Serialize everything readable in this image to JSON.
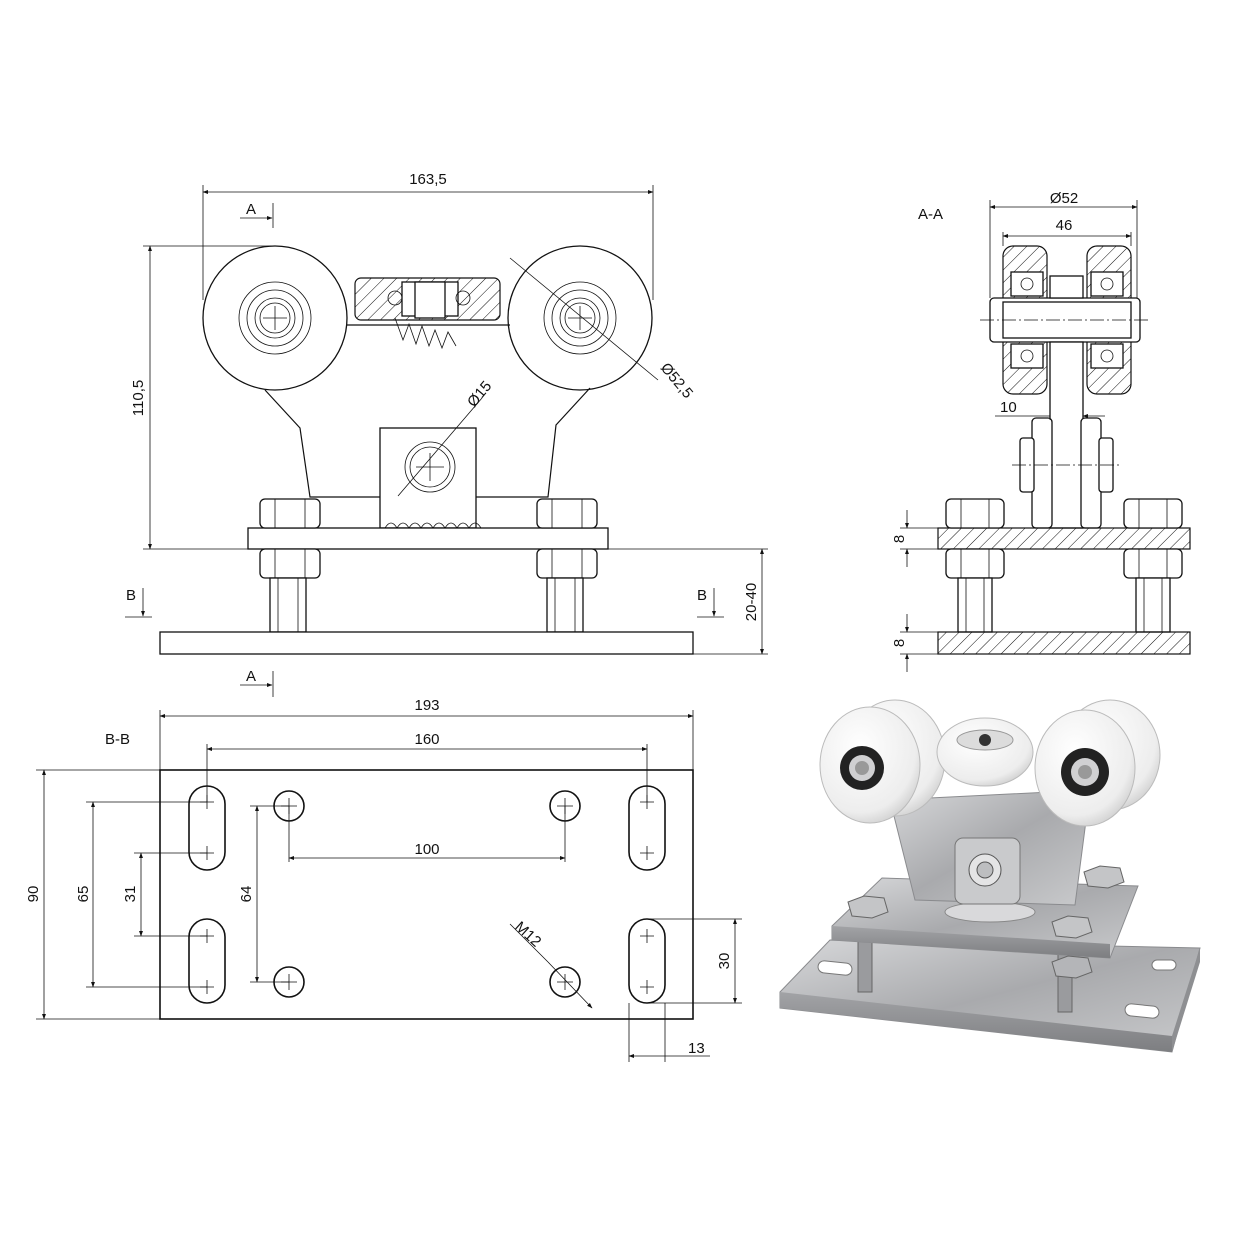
{
  "views": {
    "section_aa": "A-A",
    "section_bb": "B-B",
    "cut_a": "A",
    "cut_b": "B"
  },
  "dims": {
    "overall_width": "163,5",
    "overall_height": "110,5",
    "wheel_dia": "Ø52,5",
    "pin_dia": "Ø15",
    "adjust_range": "20-40",
    "wheel_outer": "Ø52",
    "wheel_width": "46",
    "web_thickness": "10",
    "plate_top": "8",
    "plate_bottom": "8",
    "base_length": "193",
    "slot_pitch": "160",
    "hole_pitch": "100",
    "base_width": "90",
    "slot_span": "65",
    "slot_gap": "31",
    "hole_span": "64",
    "thread": "M12",
    "slot_length": "30",
    "slot_width": "13"
  },
  "icons": {
    "photo": "product-photo"
  }
}
